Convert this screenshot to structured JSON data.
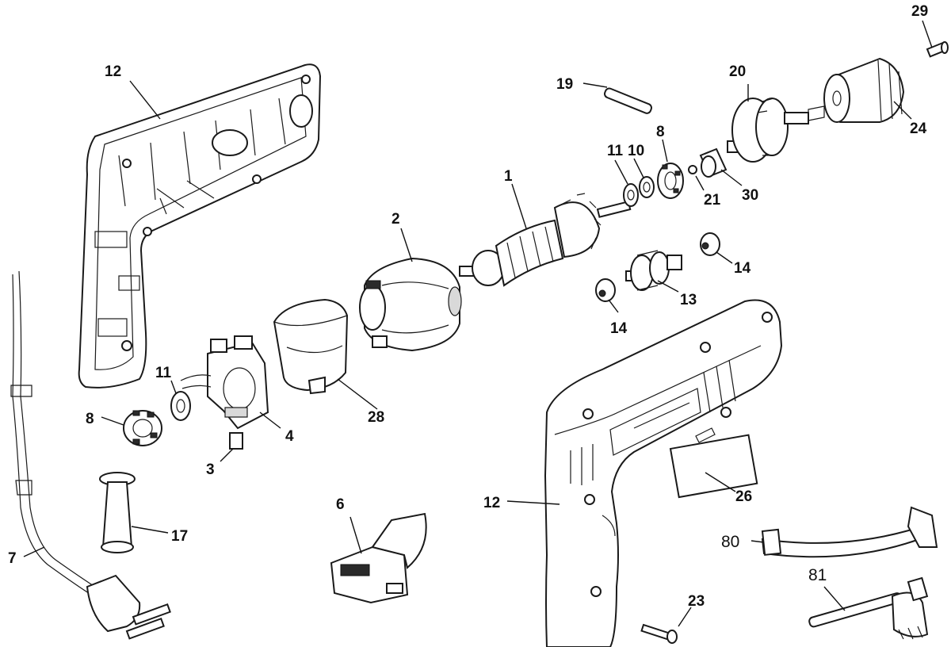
{
  "callouts": {
    "c12_top": "12",
    "c19": "19",
    "c20": "20",
    "c29": "29",
    "c24": "24",
    "c8_top": "8",
    "c11_top": "11",
    "c10": "10",
    "c1": "1",
    "c21": "21",
    "c30": "30",
    "c2": "2",
    "c14_right": "14",
    "c13": "13",
    "c14_low": "14",
    "c11_left": "11",
    "c8_left": "8",
    "c4": "4",
    "c28": "28",
    "c3": "3",
    "c6": "6",
    "c17": "17",
    "c7": "7",
    "c12_mid": "12",
    "c26": "26",
    "c80": "80",
    "c81": "81",
    "c23": "23"
  }
}
